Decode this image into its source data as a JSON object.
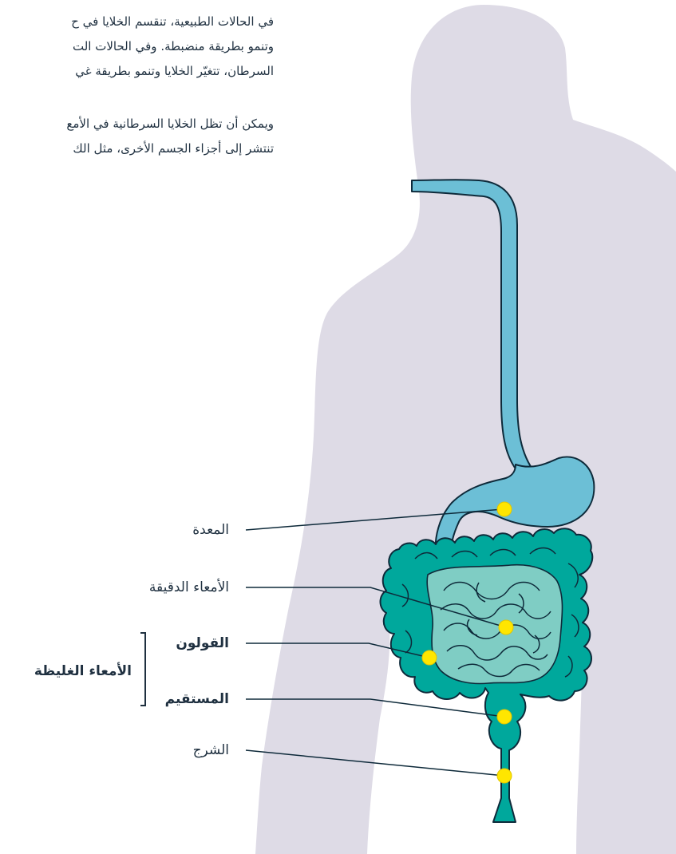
{
  "intro": {
    "paragraph_1": [
      "في الحالات الطبيعية، تنقسم الخلايا في ح",
      "وتنمو بطريقة منضبطة. وفي الحالات الت",
      "السرطان، تتغيّر الخلايا وتنمو بطريقة غي"
    ],
    "paragraph_2": [
      "ويمكن أن تظل الخلايا السرطانية في الأمع",
      "تنتشر إلى أجزاء الجسم الأخرى، مثل الك"
    ]
  },
  "labels": {
    "stomach": "المعدة",
    "small_intestine": "الأمعاء الدقيقة",
    "colon": "القولون",
    "rectum": "المستقيم",
    "anus": "الشرج",
    "large_intestine": "الأمعاء الغليظة"
  },
  "colors": {
    "body_silhouette": "#dedbe6",
    "esophagus_stomach": "#6cbfd6",
    "large_intestine": "#00a89c",
    "small_intestine": "#7fcdc4",
    "marker": "#ffe600",
    "outline": "#0e2a3a"
  }
}
